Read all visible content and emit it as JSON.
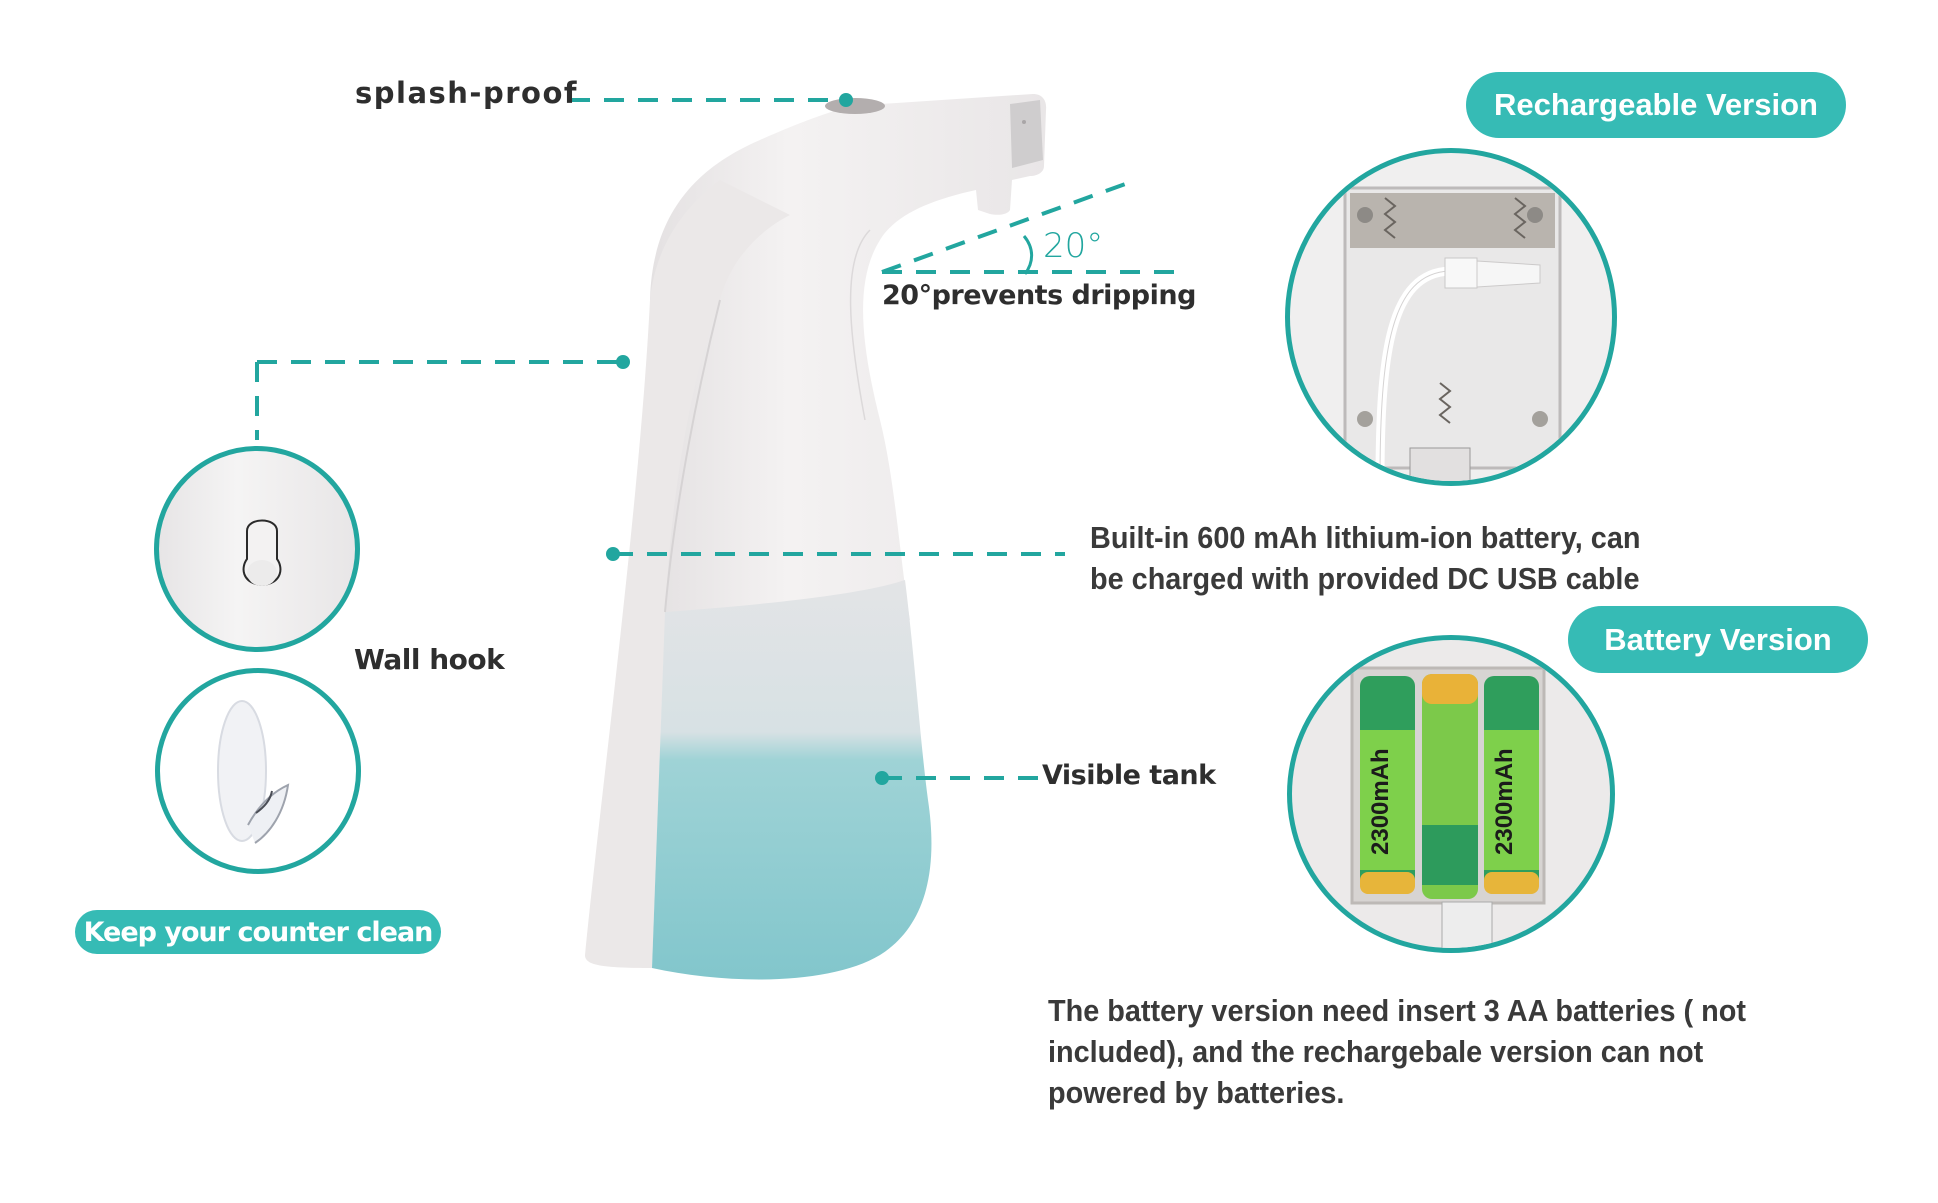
{
  "colors": {
    "accent": "#36bbb5",
    "line": "#22a69f",
    "text": "#2e2e2e",
    "tank_liquid": "#7cc6cc",
    "body_white": "#f1efef"
  },
  "callouts": {
    "splash_proof": "splash-proof",
    "angle_value": "20°",
    "prevents_dripping": "20°prevents dripping",
    "wall_hook": "Wall hook",
    "visible_tank": "Visible tank"
  },
  "badges": {
    "rechargeable": "Rechargeable Version",
    "battery": "Battery Version",
    "counter": "Keep your counter clean"
  },
  "descriptions": {
    "rechargeable_line1": "Built-in 600 mAh lithium-ion battery, can",
    "rechargeable_line2": "be charged with provided DC USB cable",
    "battery_line1": "The battery version need insert 3 AA batteries ( not",
    "battery_line2": "included), and the rechargebale version can not",
    "battery_line3": "powered by batteries."
  },
  "batteries": {
    "label": "2300mAh",
    "count": 3
  },
  "icons": [
    "sensor-button-icon",
    "keyhole-icon",
    "adhesive-hook-icon",
    "battery-icon",
    "usb-cable-icon"
  ]
}
